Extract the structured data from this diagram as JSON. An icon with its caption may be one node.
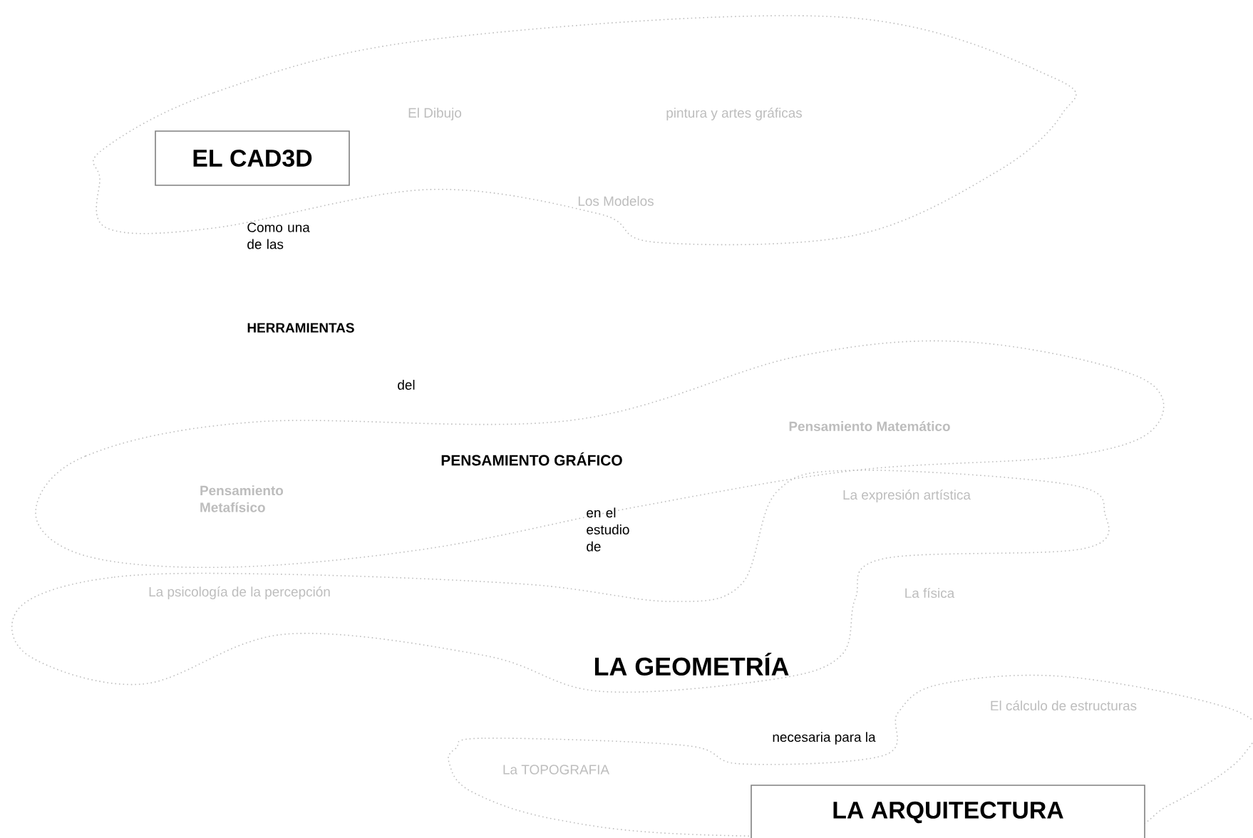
{
  "diagram": {
    "nodes": [
      {
        "text": [
          "El Dibujo",
          "pintura y artes gráficas",
          "Los Modelos"
        ]
      },
      {
        "text": [
          "EL CAD3D"
        ],
        "in": 0
      },
      {
        "text": [
          "Pensamiento Matemático",
          "Pensamiento Metafísico"
        ]
      },
      {
        "text": [
          "La expresión artística",
          "La psicología de la percepción",
          "La física"
        ]
      },
      {
        "text": [
          "El cálculo de estructuras",
          "La TOPOGRAFIA"
        ]
      },
      {
        "text": [
          "LA ARQUITECTURA"
        ],
        "in": 4
      }
    ],
    "edges": [],
    "labels": [
      "Como una de las",
      "HERRAMIENTAS",
      "del",
      "PENSAMIENTO GRÁFICO",
      "en el estudio de",
      "LA GEOMETRÍA",
      "necesaria para la"
    ]
  }
}
